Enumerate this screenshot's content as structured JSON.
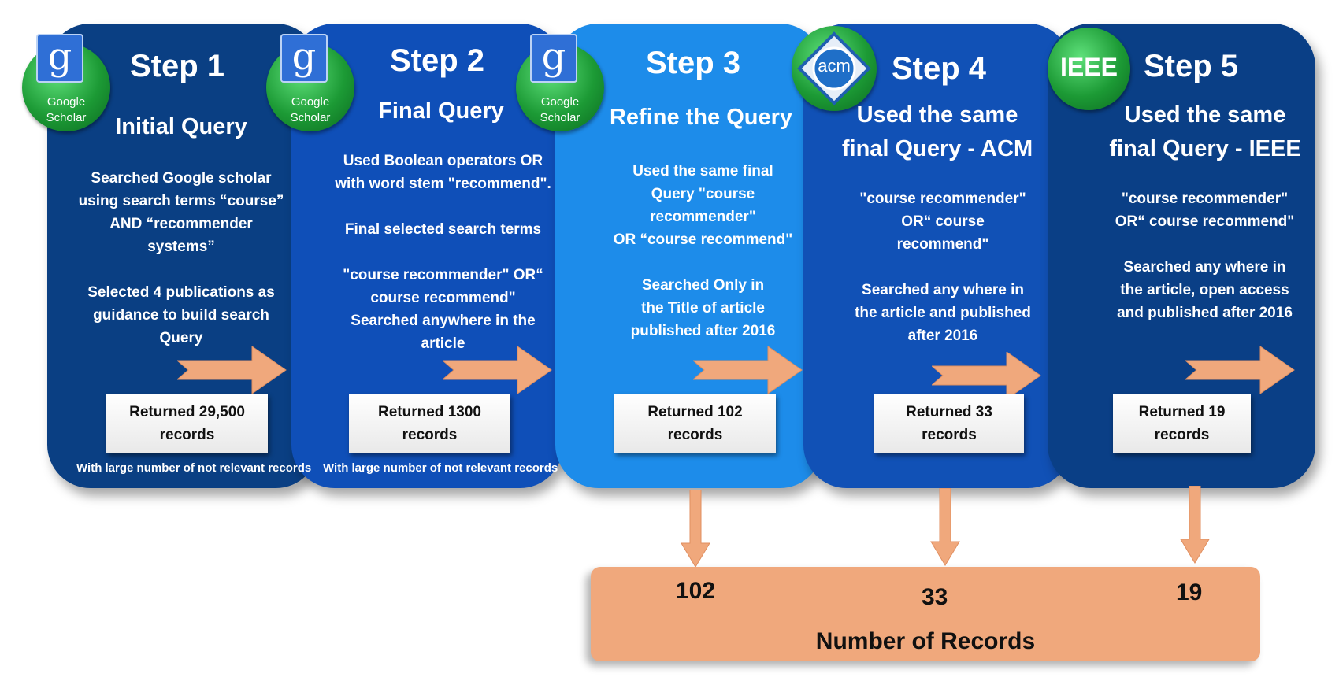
{
  "steps": [
    {
      "logo": {
        "icon": "google-scholar-icon",
        "lines": [
          "Google",
          "Scholar"
        ]
      },
      "title": "Step 1",
      "subtitle": [
        "Initial Query"
      ],
      "body": [
        "Searched Google scholar",
        "using search terms “course”",
        "AND “recommender",
        "systems”",
        "",
        "Selected 4 publications as",
        "guidance to build search",
        "Query"
      ],
      "returned": [
        "Returned 29,500",
        "records"
      ],
      "note": "With large number of not relevant records"
    },
    {
      "logo": {
        "icon": "google-scholar-icon",
        "lines": [
          "Google",
          "Scholar"
        ]
      },
      "title": "Step 2",
      "subtitle": [
        "Final Query"
      ],
      "body": [
        "Used Boolean operators OR",
        "with word stem \"recommend\".",
        "",
        "Final selected search terms",
        "",
        "\"course recommender\" OR“",
        "course recommend\"",
        "Searched anywhere in the",
        "article"
      ],
      "returned": [
        "Returned 1300",
        "records"
      ],
      "note": "With large number of not relevant records"
    },
    {
      "logo": {
        "icon": "google-scholar-icon",
        "lines": [
          "Google",
          "Scholar"
        ]
      },
      "title": "Step 3",
      "subtitle": [
        "Refine the Query"
      ],
      "body": [
        "Used the same final",
        "Query \"course",
        "recommender\"",
        "OR “course recommend\"",
        "",
        "Searched Only  in",
        "the Title of article",
        "published after 2016"
      ],
      "returned": [
        "Returned 102",
        "records"
      ],
      "note": ""
    },
    {
      "logo": {
        "icon": "acm-logo-icon",
        "lines": [
          "acm"
        ]
      },
      "title": "Step 4",
      "subtitle": [
        "Used the same",
        "final Query - ACM"
      ],
      "body": [
        "\"course recommender\"",
        "OR“ course",
        "recommend\"",
        "",
        "Searched any where in",
        "the article and published",
        "after 2016"
      ],
      "returned": [
        "Returned 33",
        "records"
      ],
      "note": ""
    },
    {
      "logo": {
        "icon": "ieee-logo-icon",
        "lines": [
          "IEEE"
        ]
      },
      "title": "Step 5",
      "subtitle": [
        "Used the same",
        "final Query - IEEE"
      ],
      "body": [
        "\"course recommender\"",
        "OR“ course recommend\"",
        "",
        "Searched any where in",
        "the article, open access",
        "and published after 2016"
      ],
      "returned": [
        "Returned 19",
        "records"
      ],
      "note": ""
    }
  ],
  "summary": {
    "values": [
      "102",
      "33",
      "19"
    ],
    "title": "Number of Records"
  },
  "colors": {
    "step1": "#0a3f83",
    "step2": "#0f4fb8",
    "step3": "#1d8cea",
    "step4": "#1151b6",
    "step5": "#0a3f86",
    "arrow": "#f0a87c",
    "logo_green": "#1c9a35"
  }
}
